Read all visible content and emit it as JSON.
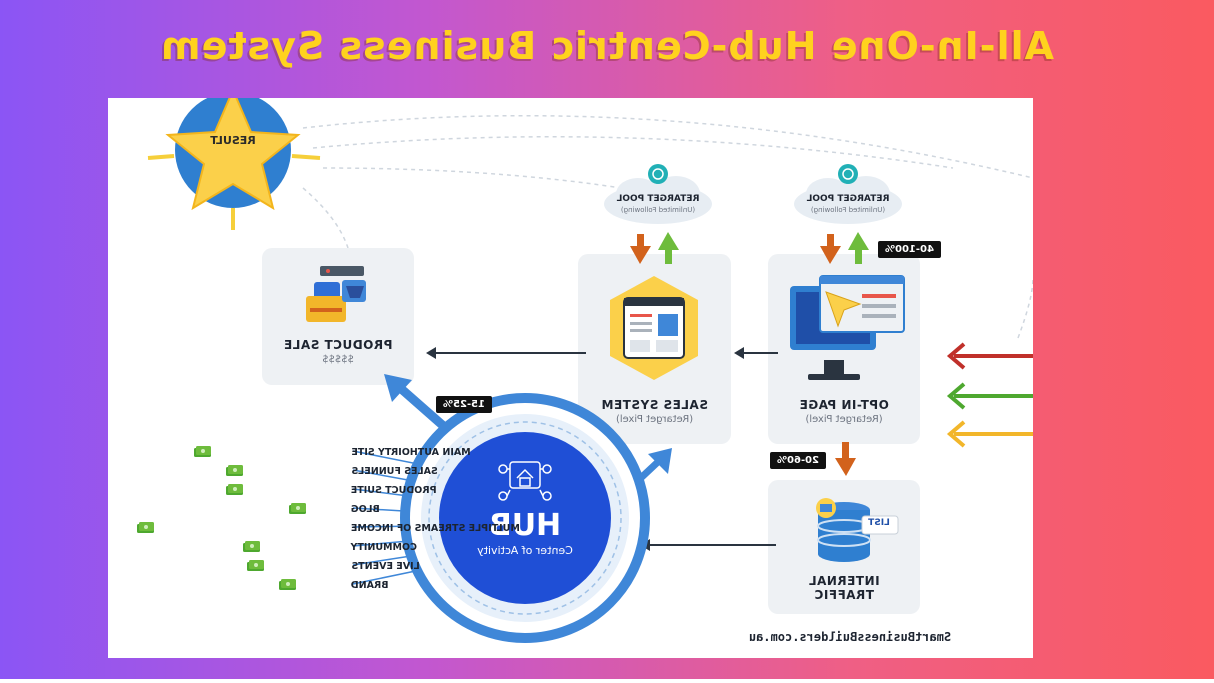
{
  "title": "All-In-One Hub-Centric Business System",
  "star_label": "RESULT",
  "retarget_pools": [
    {
      "title": "RETARGET POOL",
      "sub": "(Unlimited Following)"
    },
    {
      "title": "RETARGET POOL",
      "sub": "(Unlimited Following)"
    }
  ],
  "cards": {
    "product_sale": {
      "title": "PRODUCT SALE",
      "sub": "$$$$$"
    },
    "sales_system": {
      "title": "SALES SYSTEM",
      "sub": "(Retarget Pixel)"
    },
    "optin_page": {
      "title": "OPT-IN PAGE",
      "sub": "(Retarget Pixel)"
    },
    "internal_traffic": {
      "title": "INTERNAL",
      "title2": "TRAFFIC"
    }
  },
  "list_badge": "LIST",
  "badges": {
    "optin_rate": "40-100%",
    "internal_rate": "20-60%",
    "hub_rate": "15-25%"
  },
  "hub": {
    "title": "HUB",
    "sub": "Center of Activity"
  },
  "hub_items": [
    "MAIN AUTHOIRTY SITE",
    "SALES FUNNELS",
    "PRODUCT SUITE",
    "BLOG",
    "MULTIPLE STREAMS OF INCOME",
    "COMMUNITY",
    "LIVE EVENTS",
    "BRAND"
  ],
  "footer_url": "SmartBusinessBuilders.com.au",
  "colors": {
    "hub_blue": "#1f4fd6",
    "ring_blue": "#3f87d8",
    "arrow_orange": "#d2621c",
    "arrow_green": "#6ebc3c",
    "traffic_red": "#c0302a",
    "traffic_green": "#4ea82f",
    "traffic_yellow": "#f2b62a",
    "star_yellow": "#fbd04a"
  }
}
